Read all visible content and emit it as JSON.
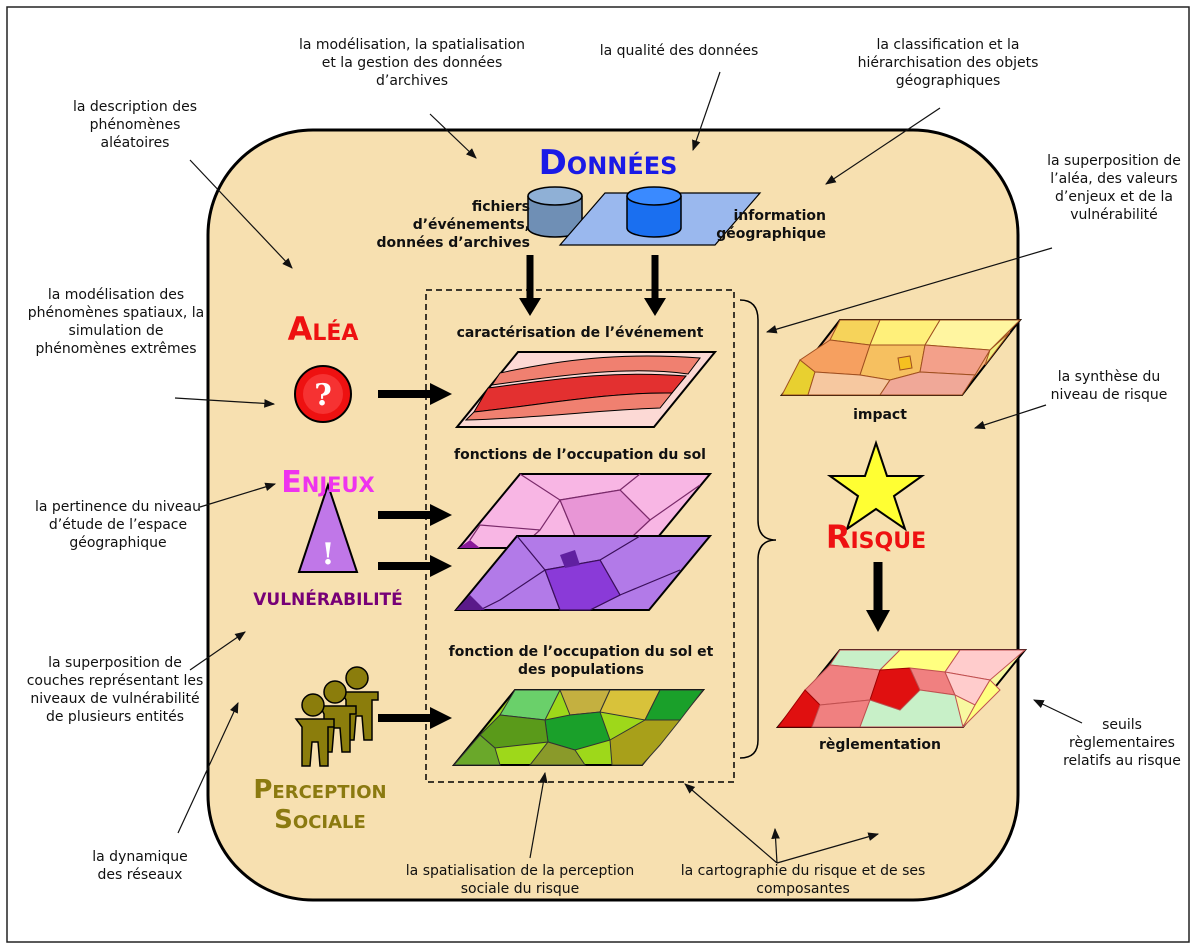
{
  "colors": {
    "panel": "#f7e0b0",
    "donnees": "#1a1ae6",
    "alea": "#ee1111",
    "enjeux": "#ee33ee",
    "vulnerabilite": "#770077",
    "perception": "#8b7a10",
    "risque": "#ee1111"
  },
  "icons": {
    "alea": "question-mark-circle-icon",
    "enjeux": "exclamation-triangle-icon",
    "risque": "star-icon",
    "perception": "people-group-icon",
    "archives": "database-cylinder-icon",
    "geo": "database-cylinder-icon"
  },
  "headings": {
    "donnees": "Données",
    "alea": "Aléa",
    "enjeux": "Enjeux",
    "vulnerabilite": "vulnérabilité",
    "perception": "Perception Sociale",
    "risque": "Risque"
  },
  "labels": {
    "archives": "fichiers d’événements, données d’archives",
    "geo": "information géographique",
    "evenement": "caractérisation de l’événement",
    "occupation": "fonctions de l’occupation du sol",
    "populations": "fonction de l’occupation du sol et des populations",
    "impact": "impact",
    "reglementation": "règlementation"
  },
  "annotations": {
    "modelisation_archives": "la modélisation, la spatialisation et la gestion des données d’archives",
    "qualite": "la qualité des données",
    "classification": "la classification et la hiérarchisation des objets géographiques",
    "description": "la description des phénomènes aléatoires",
    "superposition_alea": "la superposition de l’aléa, des valeurs d’enjeux et de la vulnérabilité",
    "modelisation_spatiaux": "la modélisation des phénomènes spatiaux, la simulation de phénomènes extrêmes",
    "synthese": "la synthèse du niveau de risque",
    "pertinence": "la pertinence du niveau d’étude de l’espace géographique",
    "superposition_couches": "la superposition de couches représentant les niveaux de vulnérabilité de plusieurs entités",
    "seuils": "seuils règlementaires relatifs au risque",
    "dynamique": "la dynamique des réseaux",
    "spatialisation_perception": "la spatialisation de la perception sociale du risque",
    "cartographie": "la cartographie du risque et de ses composantes"
  }
}
